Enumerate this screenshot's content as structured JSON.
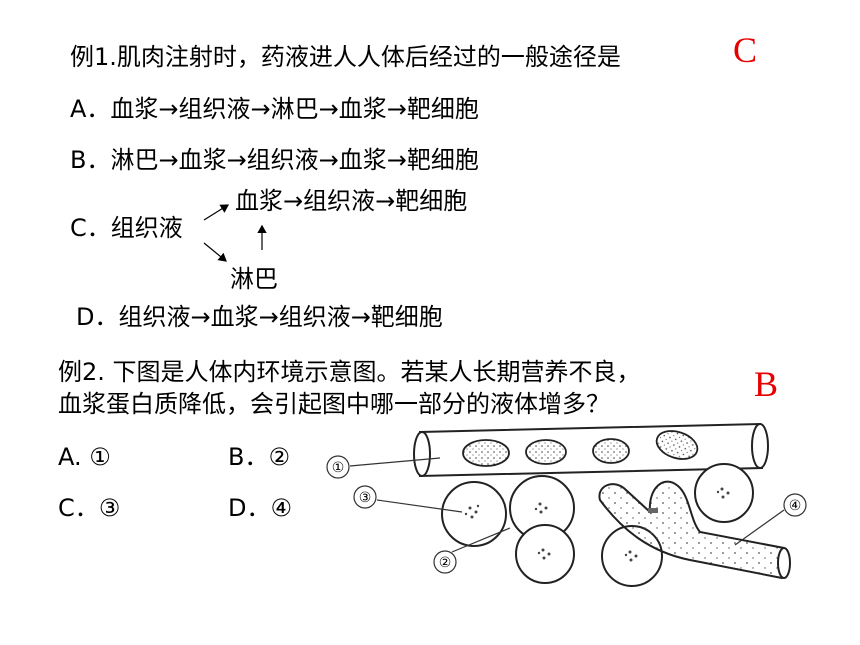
{
  "q1": {
    "stem": "例1.肌肉注射时，药液进人人体后经过的一般途径是",
    "answer": "C",
    "option_a": "A．血浆→组织液→淋巴→血浆→靶细胞",
    "option_b": "B．淋巴→血浆→组织液→血浆→靶细胞",
    "option_c_label": "C．组织液",
    "option_c_upper": "血浆→组织液→靶细胞",
    "option_c_lower": "淋巴",
    "option_d": "D．组织液→血浆→组织液→靶细胞"
  },
  "q2": {
    "stem_line1": "例2. 下图是人体内环境示意图。若某人长期营养不良，",
    "stem_line2": "血浆蛋白质降低，会引起图中哪一部分的液体增多？",
    "answer": "B",
    "option_a": "A. ①",
    "option_b": "B．②",
    "option_c": "C．③",
    "option_d": "D．④"
  },
  "diagram": {
    "label_1": "①",
    "label_2": "②",
    "label_3": "③",
    "label_4": "④"
  }
}
